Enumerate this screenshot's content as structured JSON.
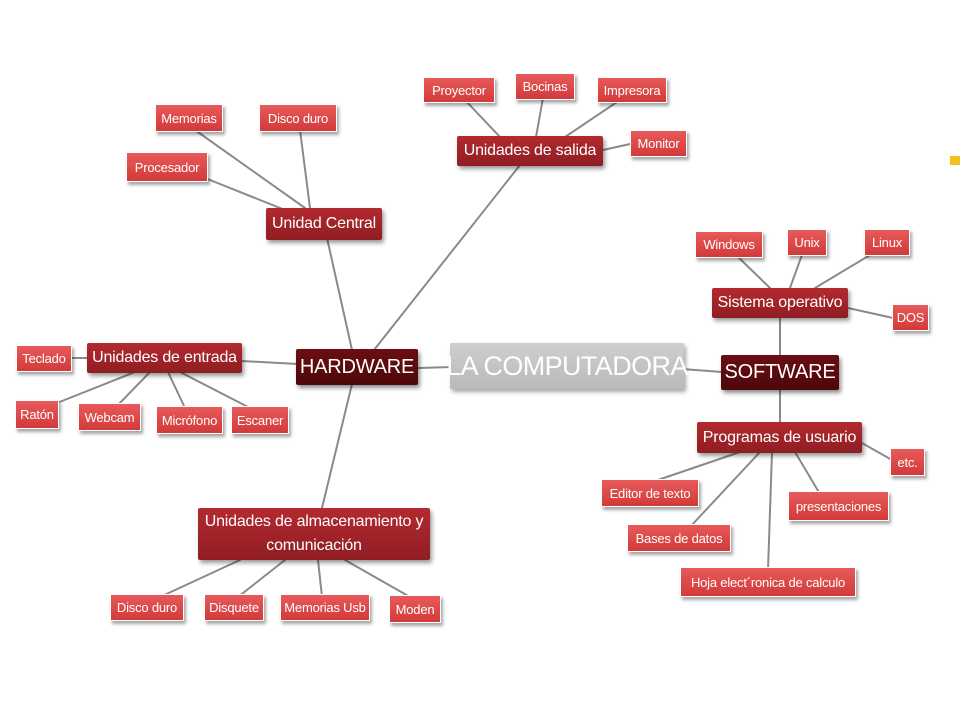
{
  "colors": {
    "leaf": "#dc4545",
    "branch": "#a0232a",
    "main": "#5e0b0f",
    "center": "#c4c4c4",
    "line": "#8a8a8a",
    "accent": "#f2c31b"
  },
  "center": "LA COMPUTADORA",
  "hardware": {
    "label": "HARDWARE",
    "unidad_central": {
      "label": "Unidad Central",
      "items": [
        "Memorias",
        "Disco duro",
        "Procesador"
      ]
    },
    "unidades_salida": {
      "label": "Unidades de salida",
      "items": [
        "Proyector",
        "Bocinas",
        "Impresora",
        "Monitor"
      ]
    },
    "unidades_entrada": {
      "label": "Unidades de entrada",
      "items": [
        "Teclado",
        "Ratón",
        "Webcam",
        "Micrófono",
        "Escaner"
      ]
    },
    "almacenamiento": {
      "label": "Unidades de almacenamiento y comunicación",
      "items": [
        "Disco duro",
        "Disquete",
        "Memorias Usb",
        "Moden"
      ]
    }
  },
  "software": {
    "label": "SOFTWARE",
    "sistema_operativo": {
      "label": "Sistema operativo",
      "items": [
        "Windows",
        "Unix",
        "Linux",
        "DOS"
      ]
    },
    "programas_usuario": {
      "label": "Programas de usuario",
      "items": [
        "etc.",
        "Editor de texto",
        "presentaciones",
        "Bases de datos",
        "Hoja elect´ronica de calculo"
      ]
    }
  }
}
